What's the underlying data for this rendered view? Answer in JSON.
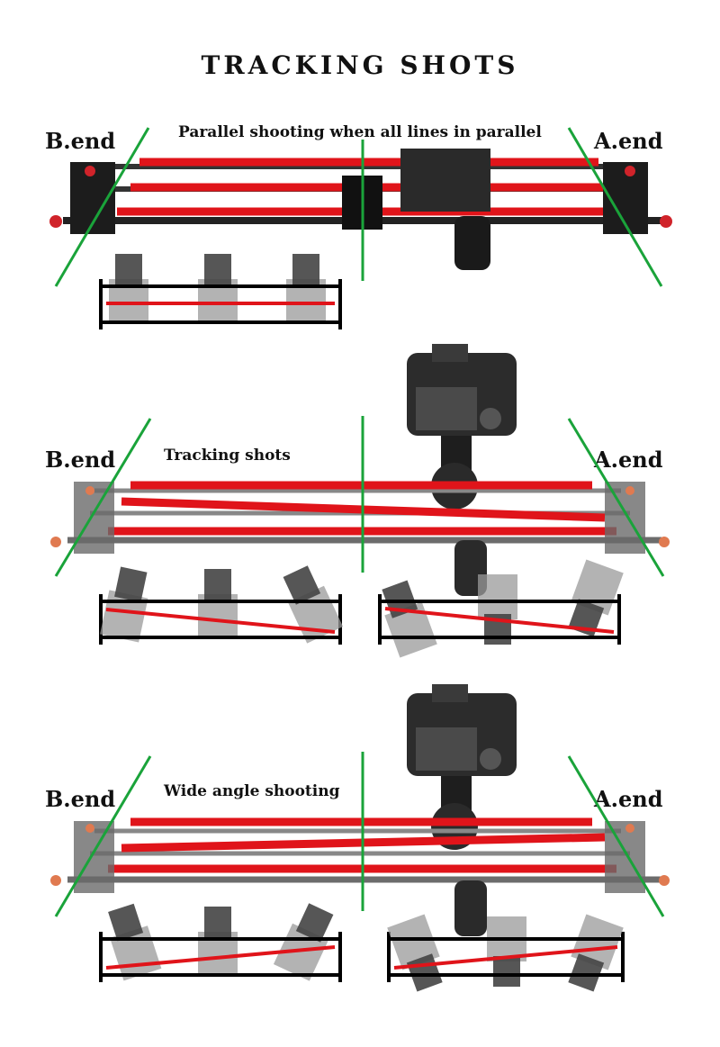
{
  "title": "TRACKING SHOTS",
  "sections": [
    {
      "caption": "Parallel shooting when all lines in parallel",
      "b_end": "B.end",
      "a_end": "A.end"
    },
    {
      "caption": "Tracking shots",
      "b_end": "B.end",
      "a_end": "A.end"
    },
    {
      "caption": "Wide angle shooting",
      "b_end": "B.end",
      "a_end": "A.end"
    }
  ],
  "colors": {
    "rail_red": "#e0141a",
    "guide_green": "#1aa33a",
    "slider_dark": "#222222",
    "carriage_gray": "#8a8a8a"
  }
}
